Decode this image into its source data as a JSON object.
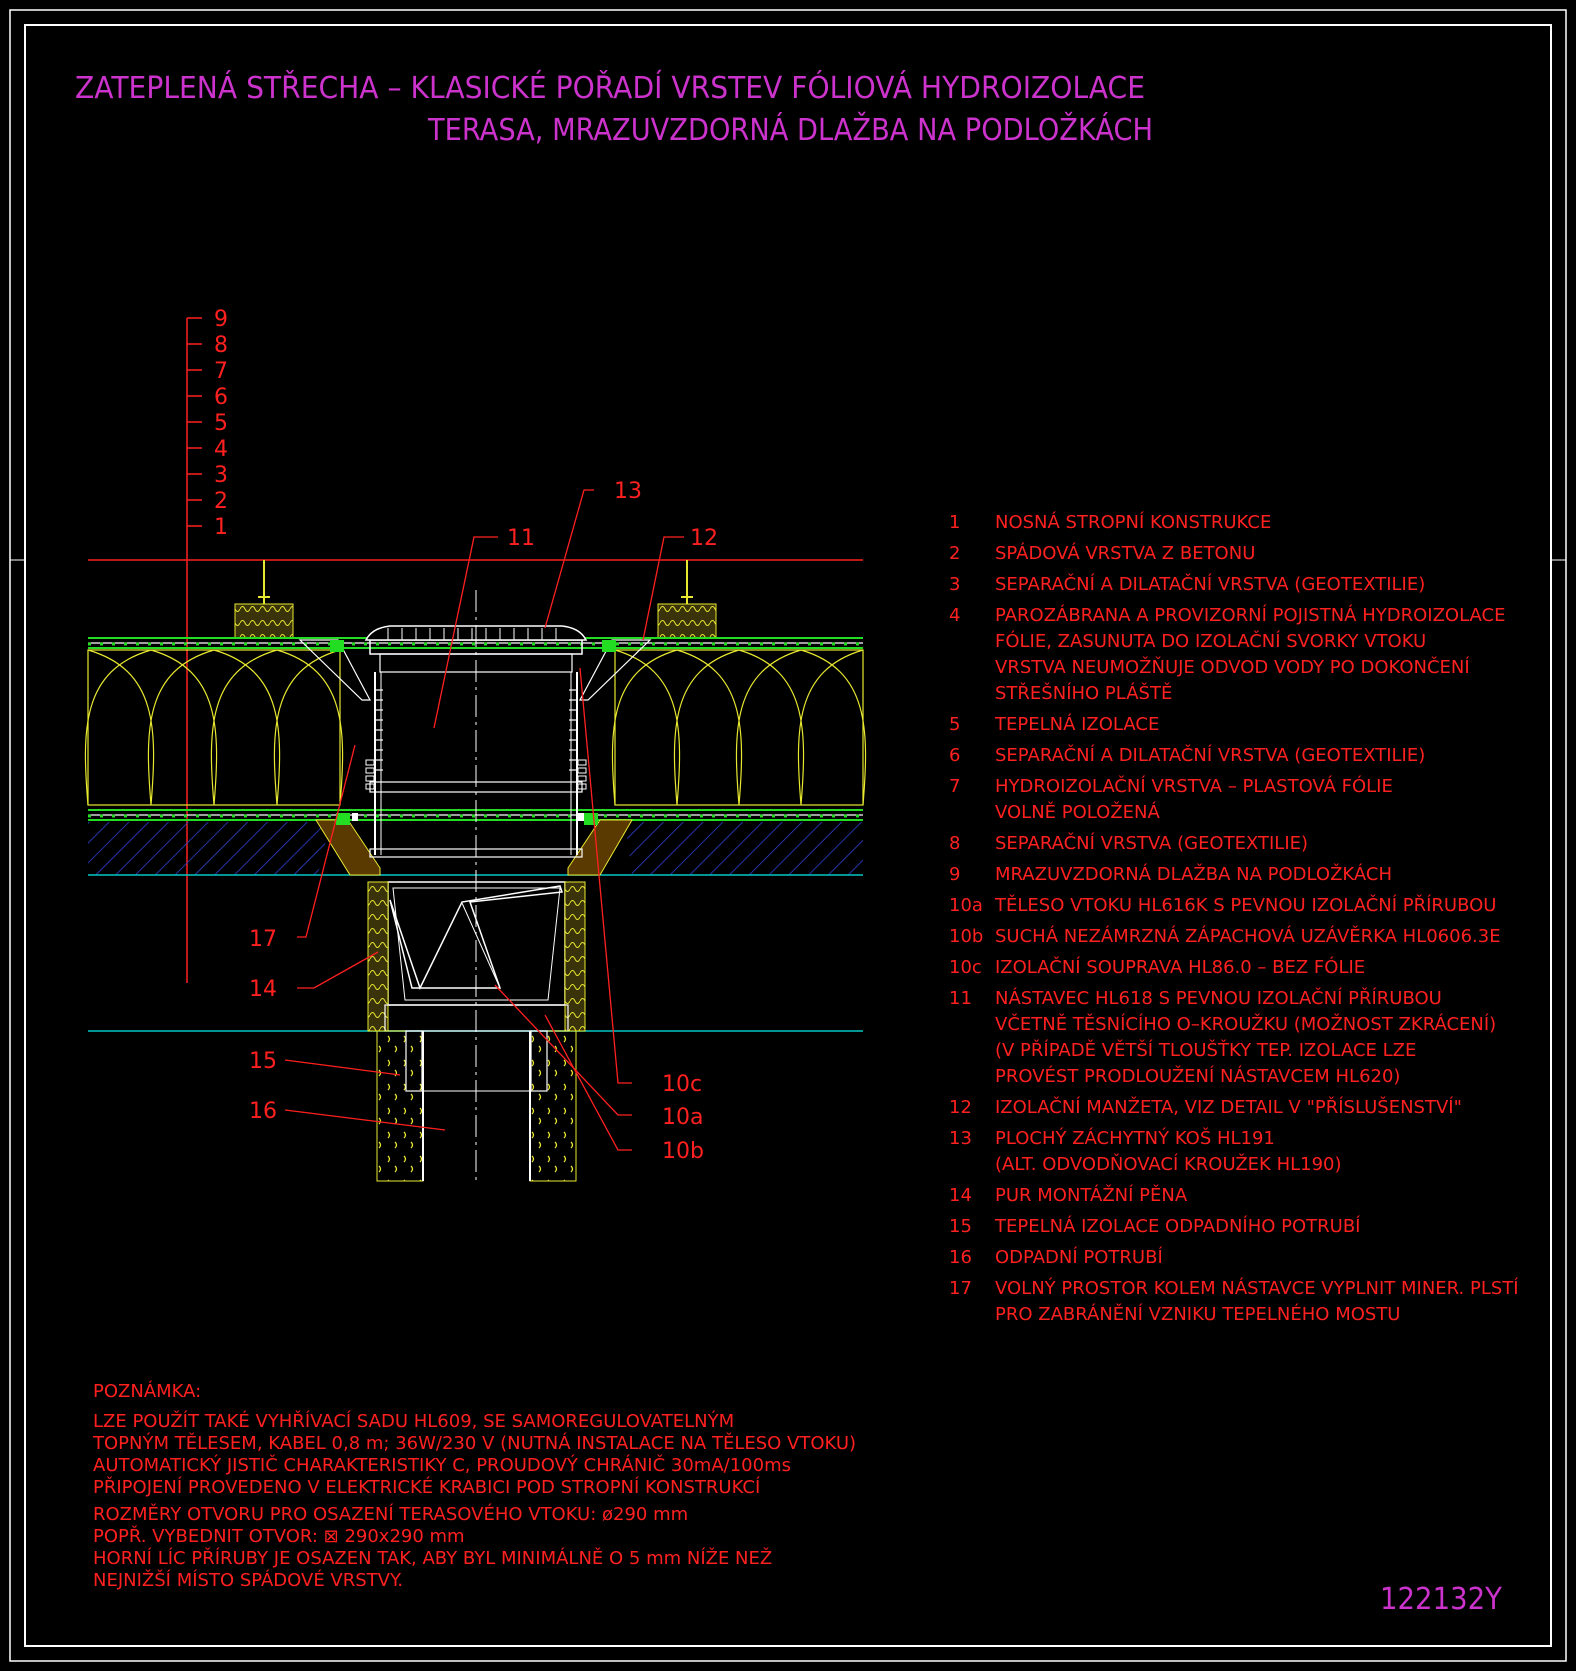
{
  "title": {
    "line1": "ZATEPLENÁ STŘECHA – KLASICKÉ POŘADÍ VRSTEV FÓLIOVÁ HYDROIZOLACE",
    "line2": "TERASA, MRAZUVZDORNÁ DLAŽBA NA PODLOŽKÁCH"
  },
  "layer_scale": [
    "9",
    "8",
    "7",
    "6",
    "5",
    "4",
    "3",
    "2",
    "1"
  ],
  "callouts": {
    "c13": "13",
    "c11": "11",
    "c12": "12",
    "c17": "17",
    "c14": "14",
    "c15": "15",
    "c16": "16",
    "c10c": "10c",
    "c10a": "10a",
    "c10b": "10b"
  },
  "legend": [
    {
      "num": "1",
      "lines": [
        "NOSNÁ STROPNÍ KONSTRUKCE"
      ]
    },
    {
      "num": "2",
      "lines": [
        "SPÁDOVÁ VRSTVA Z BETONU"
      ]
    },
    {
      "num": "3",
      "lines": [
        "SEPARAČNÍ A DILATAČNÍ VRSTVA (GEOTEXTILIE)"
      ]
    },
    {
      "num": "4",
      "lines": [
        "PAROZÁBRANA A PROVIZORNÍ POJISTNÁ HYDROIZOLACE",
        "FÓLIE, ZASUNUTA DO IZOLAČNÍ SVORKY VTOKU",
        "VRSTVA NEUMOŽŇUJE ODVOD VODY PO DOKONČENÍ",
        "STŘEŠNÍHO PLÁŠTĚ"
      ]
    },
    {
      "num": "5",
      "lines": [
        "TEPELNÁ IZOLACE"
      ]
    },
    {
      "num": "6",
      "lines": [
        "SEPARAČNÍ A DILATAČNÍ VRSTVA (GEOTEXTILIE)"
      ]
    },
    {
      "num": "7",
      "lines": [
        "HYDROIZOLAČNÍ VRSTVA – PLASTOVÁ FÓLIE",
        "VOLNĚ POLOŽENÁ"
      ]
    },
    {
      "num": "8",
      "lines": [
        "SEPARAČNÍ VRSTVA (GEOTEXTILIE)"
      ]
    },
    {
      "num": "9",
      "lines": [
        "MRAZUVZDORNÁ DLAŽBA NA PODLOŽKÁCH"
      ]
    },
    {
      "num": "10a",
      "lines": [
        "TĚLESO VTOKU HL616K S PEVNOU IZOLAČNÍ PŘÍRUBOU"
      ]
    },
    {
      "num": "10b",
      "lines": [
        "SUCHÁ NEZÁMRZNÁ ZÁPACHOVÁ UZÁVĚRKA HL0606.3E"
      ]
    },
    {
      "num": "10c",
      "lines": [
        "IZOLAČNÍ SOUPRAVA HL86.0 – BEZ FÓLIE"
      ]
    },
    {
      "num": "11",
      "lines": [
        "NÁSTAVEC HL618 S PEVNOU IZOLAČNÍ PŘÍRUBOU",
        "VČETNĚ TĚSNÍCÍHO O–KROUŽKU (MOŽNOST ZKRÁCENÍ)",
        "(V PŘÍPADĚ VĚTŠÍ TLOUŠŤKY TEP. IZOLACE LZE",
        "PROVÉST PRODLOUŽENÍ NÁSTAVCEM HL620)"
      ]
    },
    {
      "num": "12",
      "lines": [
        "IZOLAČNÍ MANŽETA, VIZ DETAIL V \"PŘÍSLUŠENSTVÍ\""
      ]
    },
    {
      "num": "13",
      "lines": [
        "PLOCHÝ ZÁCHYTNÝ KOŠ HL191",
        "(ALT. ODVODŇOVACÍ KROUŽEK HL190)"
      ]
    },
    {
      "num": "14",
      "lines": [
        "PUR MONTÁŽNÍ PĚNA"
      ]
    },
    {
      "num": "15",
      "lines": [
        "TEPELNÁ IZOLACE ODPADNÍHO POTRUBÍ"
      ]
    },
    {
      "num": "16",
      "lines": [
        "ODPADNÍ POTRUBÍ"
      ]
    },
    {
      "num": "17",
      "lines": [
        "VOLNÝ PROSTOR KOLEM NÁSTAVCE VYPLNIT MINER. PLSTÍ",
        "PRO ZABRÁNĚNÍ VZNIKU TEPELNÉHO MOSTU"
      ]
    }
  ],
  "note": {
    "heading": "POZNÁMKA:",
    "para1": [
      "LZE POUŽÍT TAKÉ VYHŘÍVACÍ SADU HL609, SE SAMOREGULOVATELNÝM",
      "TOPNÝM TĚLESEM, KABEL 0,8 m; 36W/230 V (NUTNÁ INSTALACE NA TĚLESO VTOKU)",
      "AUTOMATICKÝ JISTIČ CHARAKTERISTIKY C, PROUDOVÝ CHRÁNIČ 30mA/100ms",
      "PŘIPOJENÍ PROVEDENO V ELEKTRICKÉ KRABICI POD STROPNÍ KONSTRUKCÍ"
    ],
    "para2": [
      "ROZMĚRY OTVORU PRO OSAZENÍ TERASOVÉHO VTOKU: ø290 mm",
      "POPŘ. VYBEDNIT OTVOR: ⊠ 290x290 mm",
      "HORNÍ LÍC PŘÍRUBY JE OSAZEN TAK, ABY BYL MINIMÁLNĚ O 5 mm NÍŽE NEŽ",
      "NEJNIŽŠÍ MÍSTO SPÁDOVÉ VRSTVY."
    ]
  },
  "drawing_code": "122132Y",
  "colors": {
    "background": "#000000",
    "frame": "#ffffff",
    "title": "#cc33cc",
    "annotation": "#ff2020",
    "insulation": "#e8e830",
    "membrane": "#22dd22",
    "cyan": "#00c8c8",
    "concrete_hatch": "#3040d0",
    "drain": "#ffffff"
  }
}
